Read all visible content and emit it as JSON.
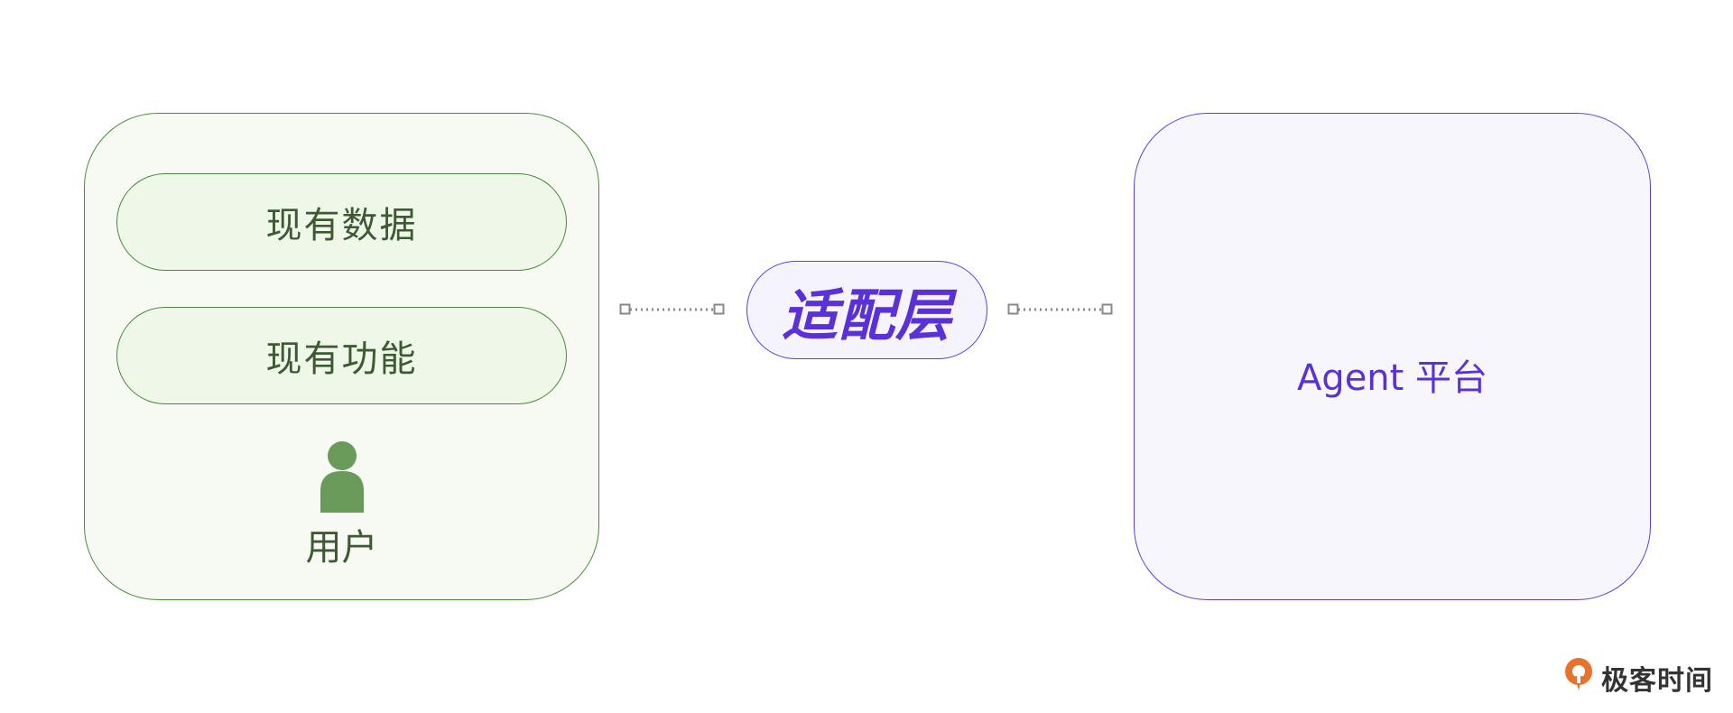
{
  "left_group": {
    "items": [
      "现有数据",
      "现有功能"
    ],
    "user_label": "用户"
  },
  "adapter": {
    "label": "适配层"
  },
  "agent_platform": {
    "label": "Agent 平台"
  },
  "brand": {
    "name": "极客时间"
  },
  "colors": {
    "green_border": "#4a8a3a",
    "green_fill": "#f6faf2",
    "purple_border": "#5a3fd6",
    "purple_text": "#5a30d8",
    "user_icon": "#6a9a5a",
    "connector": "#888888",
    "brand_orange": "#e8722c"
  }
}
